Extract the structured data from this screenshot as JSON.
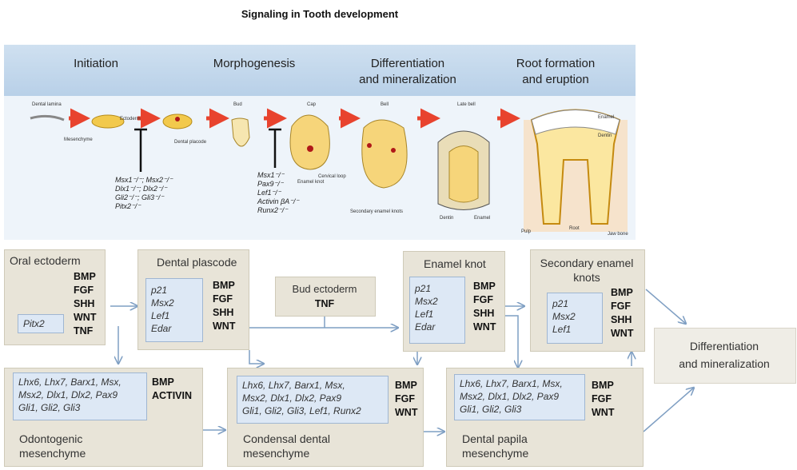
{
  "title": "Signaling in Tooth development",
  "stages": [
    "Initiation",
    "Morphogenesis",
    "Differentiation\nand mineralization",
    "Root formation\nand eruption"
  ],
  "illustration_labels": {
    "dental_lamina": "Dental lamina",
    "ectoderm": "Ectoderm",
    "mesenchyme": "Mesenchyme",
    "dental_placode": "Dental placode",
    "bud": "Bud",
    "cap": "Cap",
    "bell": "Bell",
    "late_bell": "Late bell",
    "enamel": "Enamel",
    "dentin": "Dentin",
    "cervical_loop": "Cervical loop",
    "enamel_knot": "Enamel knot",
    "secondary_enamel_knots": "Secondary enamel knots",
    "dentin2": "Dentin",
    "enamel2": "Enamel",
    "pulp": "Pulp",
    "root": "Root",
    "jaw_bone": "Jaw bone"
  },
  "mutants": {
    "initiation": [
      "Msx1⁻/⁻; Msx2⁻/⁻",
      "Dlx1⁻/⁻; Dlx2⁻/⁻",
      "Gli2⁻/⁻; Gli3⁻/⁻",
      "Pitx2⁻/⁻"
    ],
    "bud": [
      "Msx1⁻/⁻",
      "Pax9⁻/⁻",
      "Lef1⁻/⁻",
      "Activin βA⁻/⁻",
      "Runx2⁻/⁻"
    ]
  },
  "boxes": {
    "oral_ectoderm": {
      "title": "Oral ectoderm",
      "genes": [
        "Pitx2"
      ],
      "signals": [
        "BMP",
        "FGF",
        "SHH",
        "WNT",
        "TNF"
      ]
    },
    "dental_placode": {
      "title": "Dental plascode",
      "genes": [
        "p21",
        "Msx2",
        "Lef1",
        "Edar"
      ],
      "signals": [
        "BMP",
        "FGF",
        "SHH",
        "WNT"
      ]
    },
    "bud_ectoderm": {
      "title": "Bud ectoderm",
      "signals": [
        "TNF"
      ]
    },
    "enamel_knot": {
      "title": "Enamel knot",
      "genes": [
        "p21",
        "Msx2",
        "Lef1",
        "Edar"
      ],
      "signals": [
        "BMP",
        "FGF",
        "SHH",
        "WNT"
      ]
    },
    "secondary_knots": {
      "title": "Secondary enamel\nknots",
      "genes": [
        "p21",
        "Msx2",
        "Lef1"
      ],
      "signals": [
        "BMP",
        "FGF",
        "SHH",
        "WNT"
      ]
    },
    "odontogenic": {
      "title": "Odontogenic\nmesenchyme",
      "genes": [
        "Lhx6, Lhx7, Barx1, Msx,",
        "Msx2, Dlx1, Dlx2, Pax9",
        "Gli1, Gli2, Gli3"
      ],
      "signals": [
        "BMP",
        "ACTIVIN"
      ]
    },
    "condensed": {
      "title": "Condensal dental\nmesenchyme",
      "genes": [
        "Lhx6, Lhx7, Barx1, Msx,",
        "Msx2, Dlx1, Dlx2, Pax9",
        "Gli1, Gli2, Gli3, Lef1, Runx2"
      ],
      "signals": [
        "BMP",
        "FGF",
        "WNT"
      ]
    },
    "papilla": {
      "title": "Dental papila\nmesenchyme",
      "genes": [
        "Lhx6, Lhx7, Barx1, Msx,",
        "Msx2, Dlx1, Dlx2, Pax9",
        "Gli1, Gli2, Gli3"
      ],
      "signals": [
        "BMP",
        "FGF",
        "WNT"
      ]
    },
    "differentiation": {
      "title": "Differentiation\nand mineralization"
    }
  },
  "colors": {
    "arrow_red": "#e8432e",
    "flow_arrow": "#7f9fc3",
    "box_fill": "#e8e4d8",
    "inner_fill": "#dde8f5"
  }
}
